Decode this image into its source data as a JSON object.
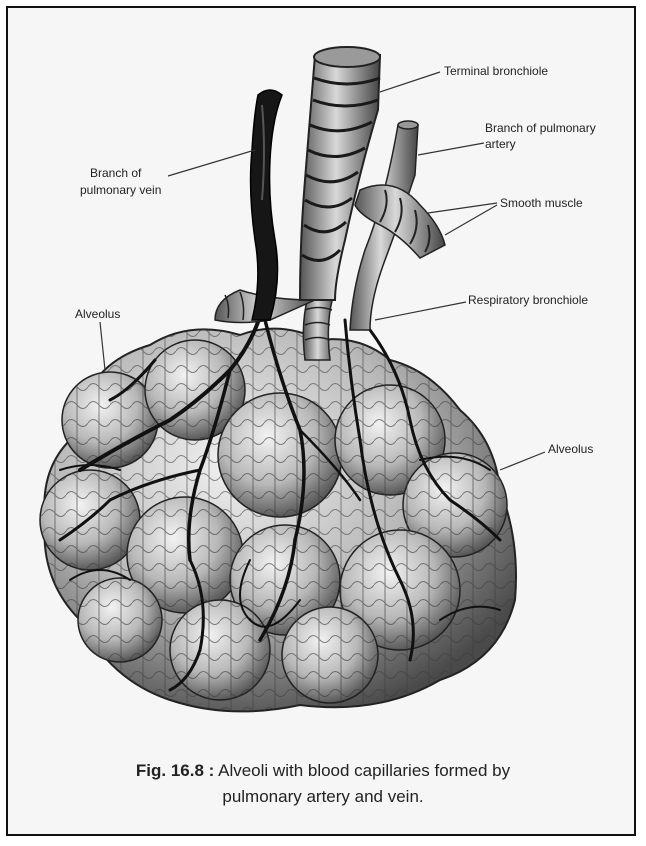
{
  "labels": {
    "terminal_bronchiole": "Terminal bronchiole",
    "branch_pulmonary_artery_1": "Branch of pulmonary",
    "branch_pulmonary_artery_2": "artery",
    "branch_pulmonary_vein_1": "Branch of",
    "branch_pulmonary_vein_2": "pulmonary vein",
    "smooth_muscle": "Smooth muscle",
    "respiratory_bronchiole": "Respiratory bronchiole",
    "alveolus_left": "Alveolus",
    "alveolus_right": "Alveolus"
  },
  "caption": {
    "fig_number": "Fig. 16.8 :",
    "line1": "Alveoli with blood capillaries formed by",
    "line2": "pulmonary artery and vein."
  }
}
